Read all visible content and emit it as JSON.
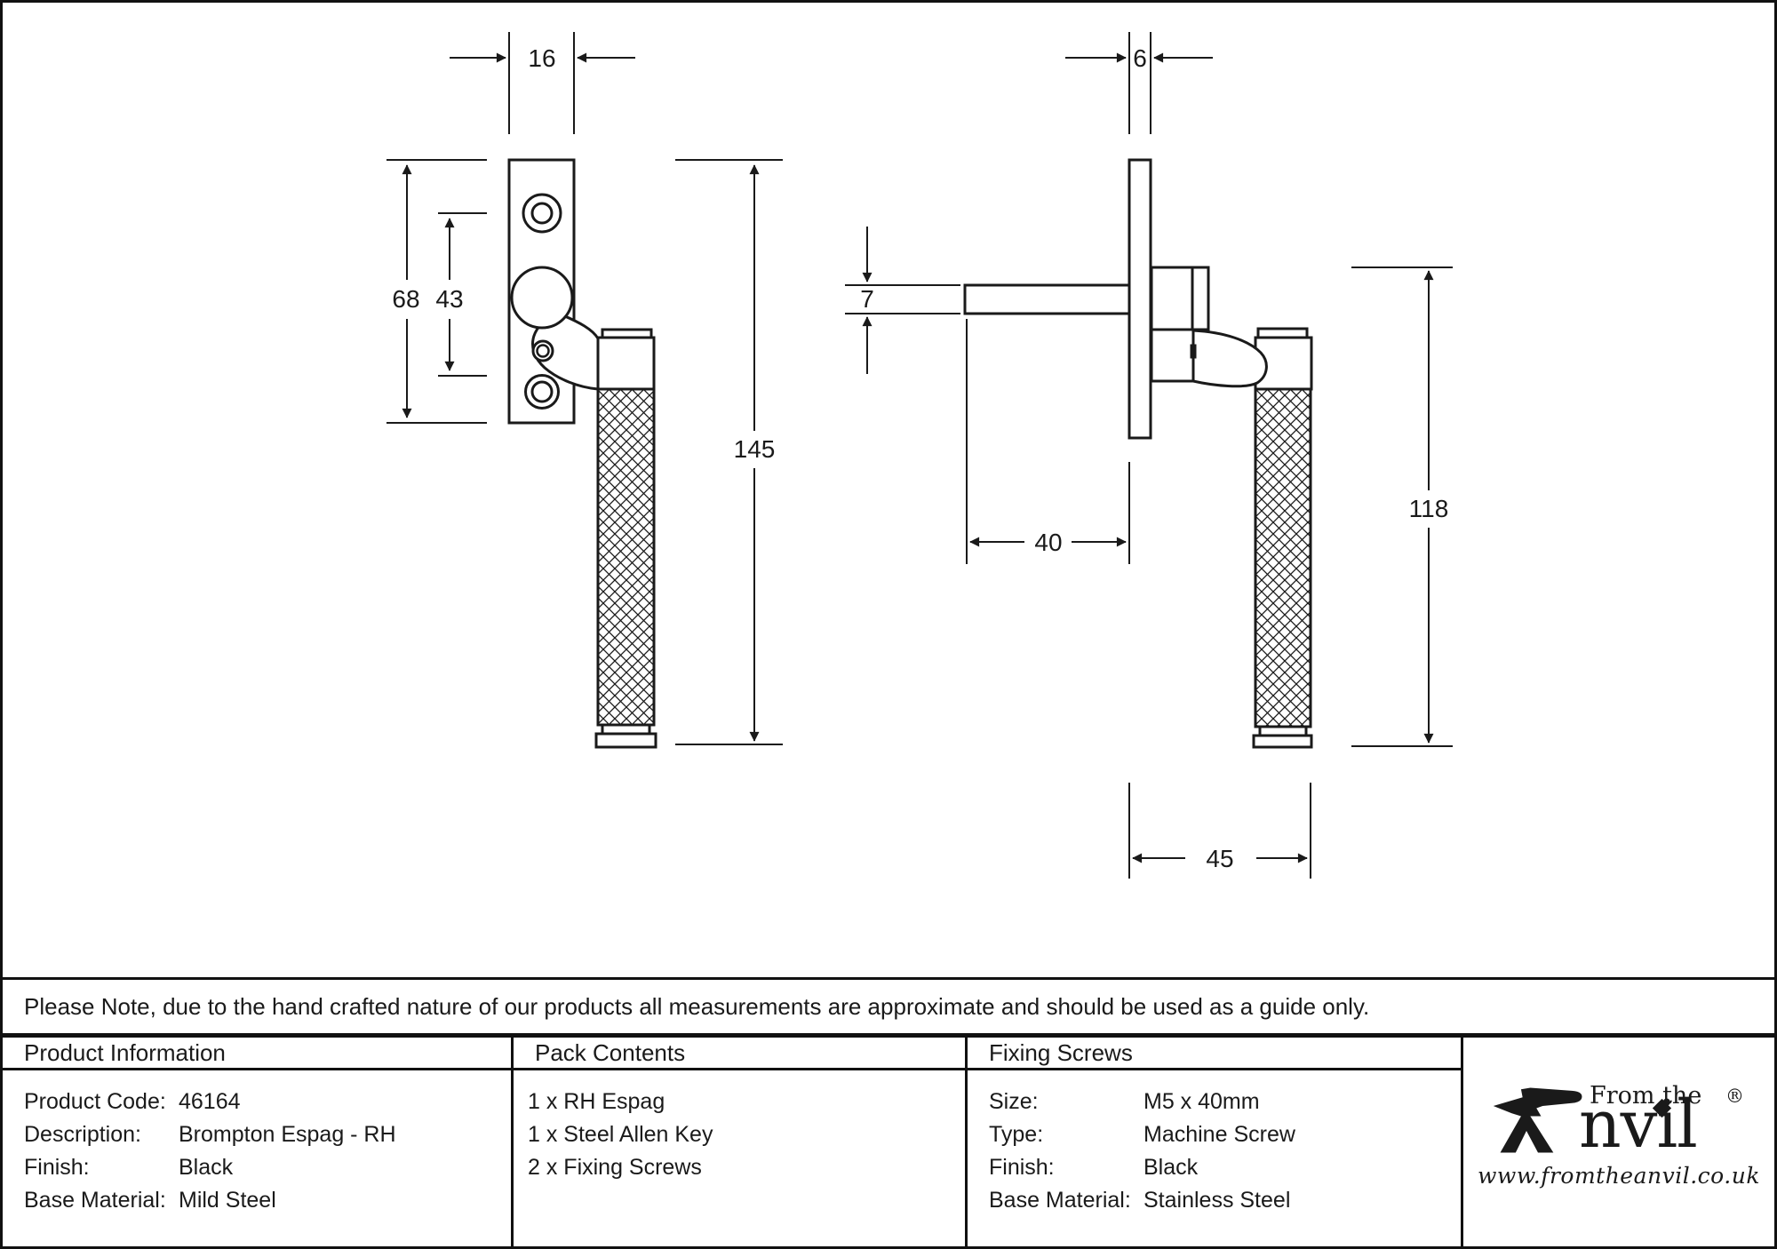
{
  "note": "Please Note, due to the hand crafted nature of our products all measurements are approximate and should be used as a guide only.",
  "drawing": {
    "front_view": {
      "dims": {
        "plate_width": "16",
        "plate_height": "68",
        "hole_spacing": "43",
        "total_length": "145"
      }
    },
    "side_view": {
      "dims": {
        "plate_thickness": "6",
        "spindle_thickness": "7",
        "spindle_length": "40",
        "handle_length": "118",
        "projection": "45"
      }
    }
  },
  "table": {
    "product_information": {
      "header": "Product Information",
      "rows": [
        {
          "label": "Product Code:",
          "value": "46164"
        },
        {
          "label": "Description:",
          "value": "Brompton Espag - RH"
        },
        {
          "label": "Finish:",
          "value": "Black"
        },
        {
          "label": "Base Material:",
          "value": "Mild Steel"
        }
      ]
    },
    "pack_contents": {
      "header": "Pack Contents",
      "items": [
        "1 x RH Espag",
        "1 x Steel Allen Key",
        "2 x Fixing Screws"
      ]
    },
    "fixing_screws": {
      "header": "Fixing Screws",
      "rows": [
        {
          "label": "Size:",
          "value": "M5 x 40mm"
        },
        {
          "label": "Type:",
          "value": "Machine Screw"
        },
        {
          "label": "Finish:",
          "value": "Black"
        },
        {
          "label": "Base Material:",
          "value": "Stainless Steel"
        }
      ]
    }
  },
  "logo": {
    "brand_prefix": "From the",
    "brand_main": "nvil",
    "registered_mark": "®",
    "url": "www.fromtheanvil.co.uk"
  },
  "colors": {
    "line": "#1a1a1a",
    "background": "#ffffff"
  }
}
